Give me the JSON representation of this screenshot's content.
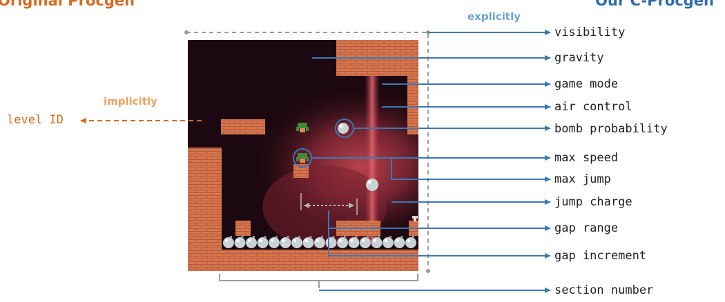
{
  "headers": {
    "left": "Original Procgen",
    "right": "Our C-Procgen"
  },
  "annotations": {
    "explicit": "explicitly",
    "implicit": "implicitly",
    "level_id": "level ID"
  },
  "parameters": [
    "visibility",
    "gravity",
    "game mode",
    "air control",
    "bomb probability",
    "max speed",
    "max jump",
    "jump charge",
    "gap range",
    "gap increment",
    "section number"
  ],
  "colors": {
    "orange": "#d9691f",
    "blue": "#3a78b8",
    "dark_blue": "#2f6bab",
    "light_blue": "#6ba5d6",
    "light_orange": "#f0a15c",
    "brick": "#d6764f",
    "brick_dark": "#b85a38",
    "sky": "#1c0810",
    "bomb": "#c9d3d6"
  },
  "icons": [
    "bomb-icon",
    "player-icon",
    "mushroom-icon",
    "brick-platform",
    "arrow-head-icon"
  ]
}
